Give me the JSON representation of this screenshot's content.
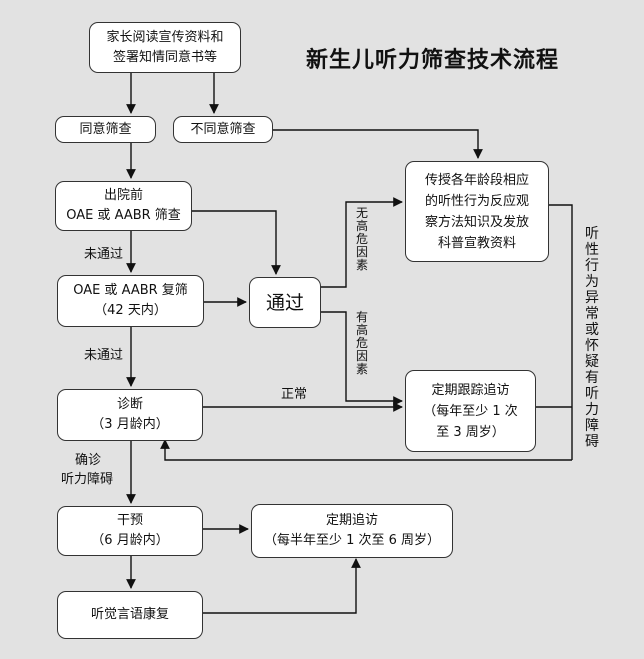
{
  "title": "新生儿听力筛查技术流程",
  "boxes": {
    "parent_read": [
      "家长阅读宣传资料和",
      "签署知情同意书等"
    ],
    "agree": "同意筛查",
    "disagree": "不同意筛查",
    "pre_discharge": [
      "出院前",
      "OAE 或 AABR 筛查"
    ],
    "rescreen": [
      "OAE 或 AABR 复筛",
      "（42 天内）"
    ],
    "pass": "通过",
    "teach": [
      "传授各年龄段相应",
      "的听性行为反应观",
      "察方法知识及发放",
      "科普宣教资料"
    ],
    "diagnosis": [
      "诊断",
      "（3 月龄内）"
    ],
    "followup_regular": [
      "定期跟踪追访",
      "（每年至少 1 次",
      "至 3 周岁）"
    ],
    "intervention": [
      "干预",
      "（6 月龄内）"
    ],
    "followup_periodic": [
      "定期追访",
      "（每半年至少 1 次至 6 周岁）"
    ],
    "rehab": "听觉言语康复"
  },
  "labels": {
    "not_pass_1": "未通过",
    "not_pass_2": "未通过",
    "normal": "正常",
    "confirmed": [
      "确诊",
      "听力障碍"
    ],
    "no_risk": "无高危因素",
    "has_risk": "有高危因素",
    "suspect": "听性行为异常或怀疑有听力障碍"
  }
}
